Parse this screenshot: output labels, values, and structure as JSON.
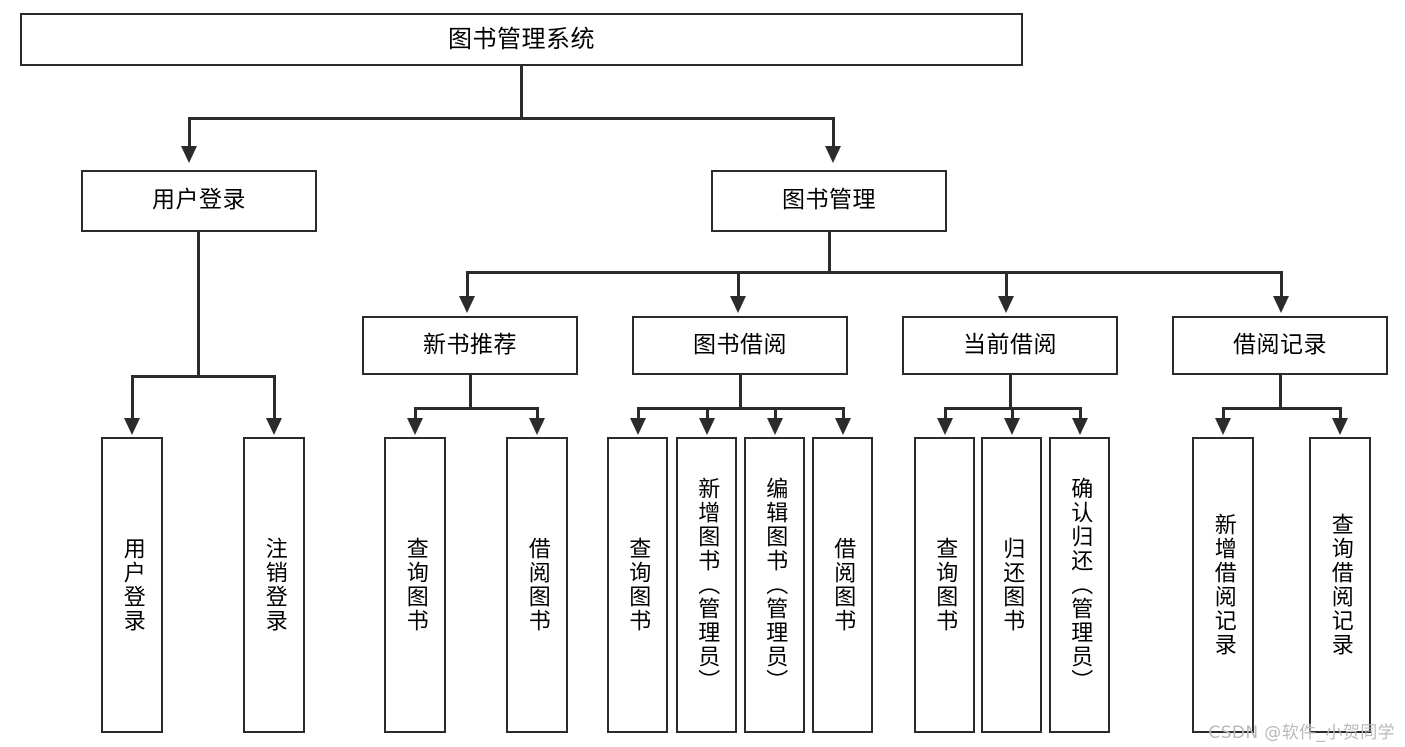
{
  "diagram": {
    "title": "图书管理系统",
    "watermark": "CSDN @软件_小贺同学"
  },
  "nodes": {
    "root": {
      "label": "图书管理系统"
    },
    "level1": [
      {
        "label": "用户登录"
      },
      {
        "label": "图书管理"
      }
    ],
    "level2": [
      {
        "label": "新书推荐"
      },
      {
        "label": "图书借阅"
      },
      {
        "label": "当前借阅"
      },
      {
        "label": "借阅记录"
      }
    ],
    "leaves": {
      "user_login": [
        {
          "label": "用户登录"
        },
        {
          "label": "注销登录"
        }
      ],
      "new_book_recommend": [
        {
          "label": "查询图书"
        },
        {
          "label": "借阅图书"
        }
      ],
      "book_borrow": [
        {
          "label": "查询图书"
        },
        {
          "label": "新增图书（管理员）"
        },
        {
          "label": "编辑图书（管理员）"
        },
        {
          "label": "借阅图书"
        }
      ],
      "current_borrow": [
        {
          "label": "查询图书"
        },
        {
          "label": "归还图书"
        },
        {
          "label": "确认归还（管理员）"
        }
      ],
      "borrow_record": [
        {
          "label": "新增借阅记录"
        },
        {
          "label": "查询借阅记录"
        }
      ]
    }
  },
  "colors": {
    "stroke": "#2b2b2b",
    "background": "#ffffff",
    "text": "#000000",
    "watermark": "#b9b9b9"
  }
}
